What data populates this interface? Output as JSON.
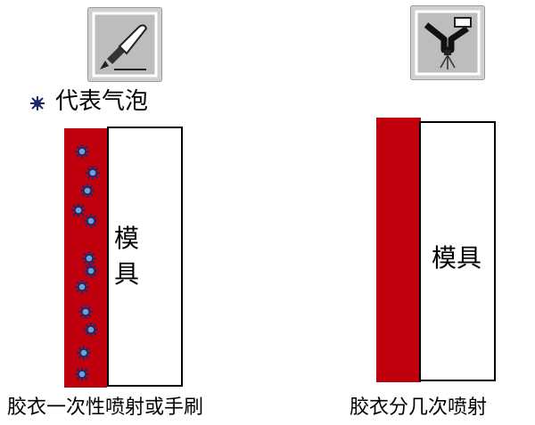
{
  "legend": {
    "icon": "bubble-icon",
    "label": "代表气泡"
  },
  "left_panel": {
    "tool_icon": "brush-icon",
    "mold_label_line1": "模",
    "mold_label_line2": "具",
    "caption": "胶衣一次性喷射或手刷",
    "bubble_count": 12
  },
  "right_panel": {
    "tool_icon": "spray-gun-icon",
    "mold_label": "模具",
    "caption": "胶衣分几次喷射"
  },
  "colors": {
    "gelcoat": "#c0000c",
    "bubble": "#1a2a6a",
    "icon_bg": "#c8c8c8"
  }
}
